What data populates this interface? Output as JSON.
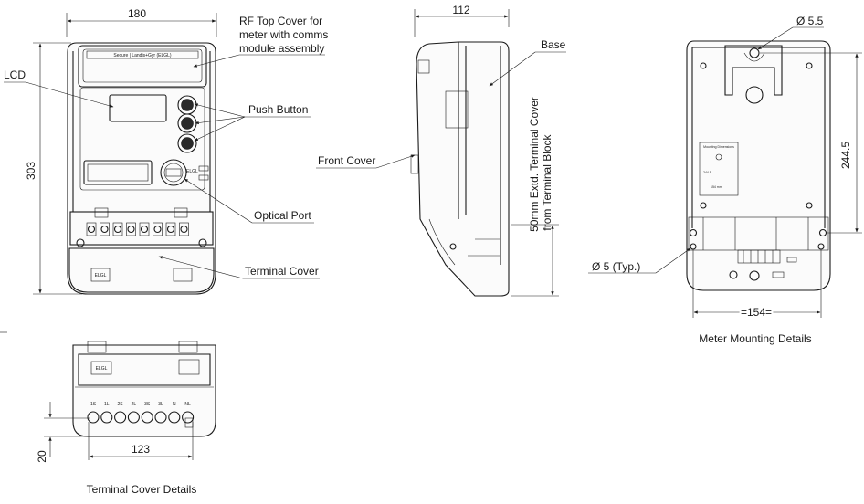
{
  "dimensions": {
    "front_width": "180",
    "front_height": "303",
    "side_depth": "112",
    "terminal_ext": "50mm Extd. Terminal Cover",
    "terminal_ext_2": "from Terminal Block",
    "hole_diameter": "Ø 5.5",
    "mount_height": "244.5",
    "mount_hole_typ": "Ø 5 (Typ.)",
    "mount_width": "=154=",
    "terminal_width": "123",
    "terminal_depth": "20"
  },
  "callouts": {
    "rf_cover_1": "RF Top Cover for",
    "rf_cover_2": "meter with comms",
    "rf_cover_3": "module assembly",
    "lcd": "LCD",
    "push_button": "Push Button",
    "optical_port": "Optical Port",
    "terminal_cover": "Terminal Cover",
    "base": "Base",
    "front_cover": "Front Cover"
  },
  "captions": {
    "mounting": "Meter Mounting Details",
    "terminal": "Terminal Cover Details"
  },
  "device_marks": {
    "brand": "Secure | Landis+Gyr (ELGL)",
    "logo": "ELGL",
    "mount_plate_title": "Mounting Dimensions",
    "mount_plate_value": "244.5",
    "mount_plate_width": "154 mm"
  },
  "terminal_numbers": [
    "1S",
    "1L",
    "2S",
    "2L",
    "3S",
    "3L",
    "N",
    "NL"
  ]
}
